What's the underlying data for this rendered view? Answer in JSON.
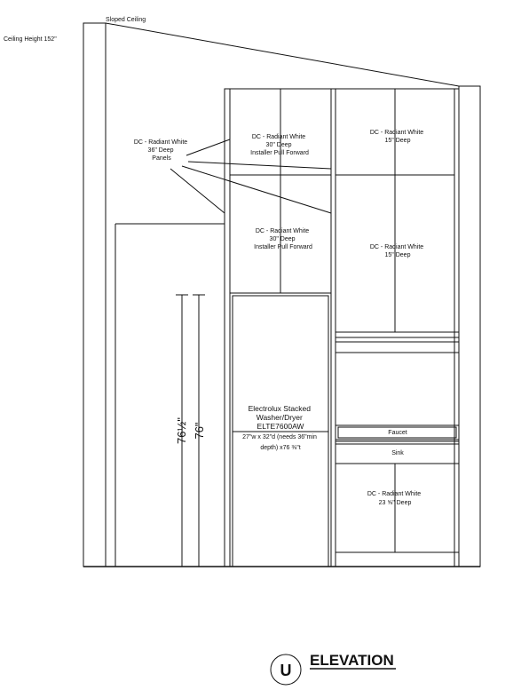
{
  "notes": {
    "sloped_ceiling": "Sloped Ceiling",
    "ceiling_height": "Ceiling Height 152\"",
    "panels": [
      "DC - Radiant White",
      "36\" Deep",
      "Panels"
    ],
    "upper_left_cabinet": [
      "DC - Radiant White",
      "30\" Deep",
      "Installer Pull Forward"
    ],
    "middle_left_cabinet": [
      "DC - Radiant White",
      "30\" Deep",
      "Installer Pull Forward"
    ],
    "upper_right_cabinet": [
      "DC - Radiant White",
      "15\" Deep"
    ],
    "middle_right_cabinet": [
      "DC - Radiant White",
      "15\" Deep"
    ],
    "washer": [
      "Electrolux Stacked",
      "Washer/Dryer",
      "ELTE7600AW"
    ],
    "washer_spec": [
      "27\"w x 32\"d (needs 36\"min",
      "depth) x76 ⅜\"t"
    ],
    "faucet": "Faucet",
    "sink": "Sink",
    "base_cabinet": [
      "DC - Radiant White",
      "23 ⅝\" Deep"
    ]
  },
  "dimensions": {
    "outer": "76½\"",
    "inner": "76\""
  },
  "title_block": {
    "tag": "U",
    "title": "ELEVATION"
  }
}
